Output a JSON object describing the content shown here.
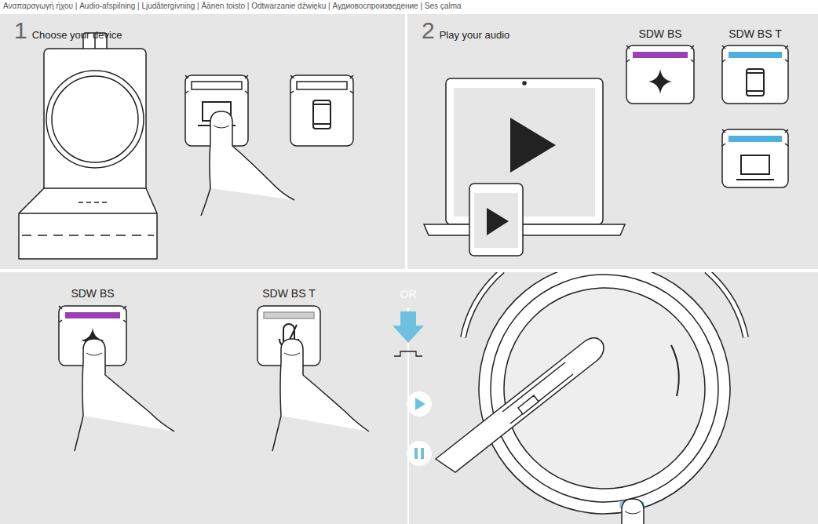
{
  "diagram": {
    "nodes": [
      {
        "text": [
          "1",
          "Choose your device"
        ]
      },
      {
        "text": [
          "2",
          "Play your audio"
        ]
      }
    ],
    "labels": [
      "Αναπαραγωγή ήχου | Audio-afspilning | Ljudåtergivning | Äänen toisto | Odtwarzanie dźwięku | Аудиовоспроизведение | Ses çalma",
      "SDW BS",
      "SDW BS T",
      "SDW BS",
      "SDW BS T",
      "OR"
    ]
  }
}
